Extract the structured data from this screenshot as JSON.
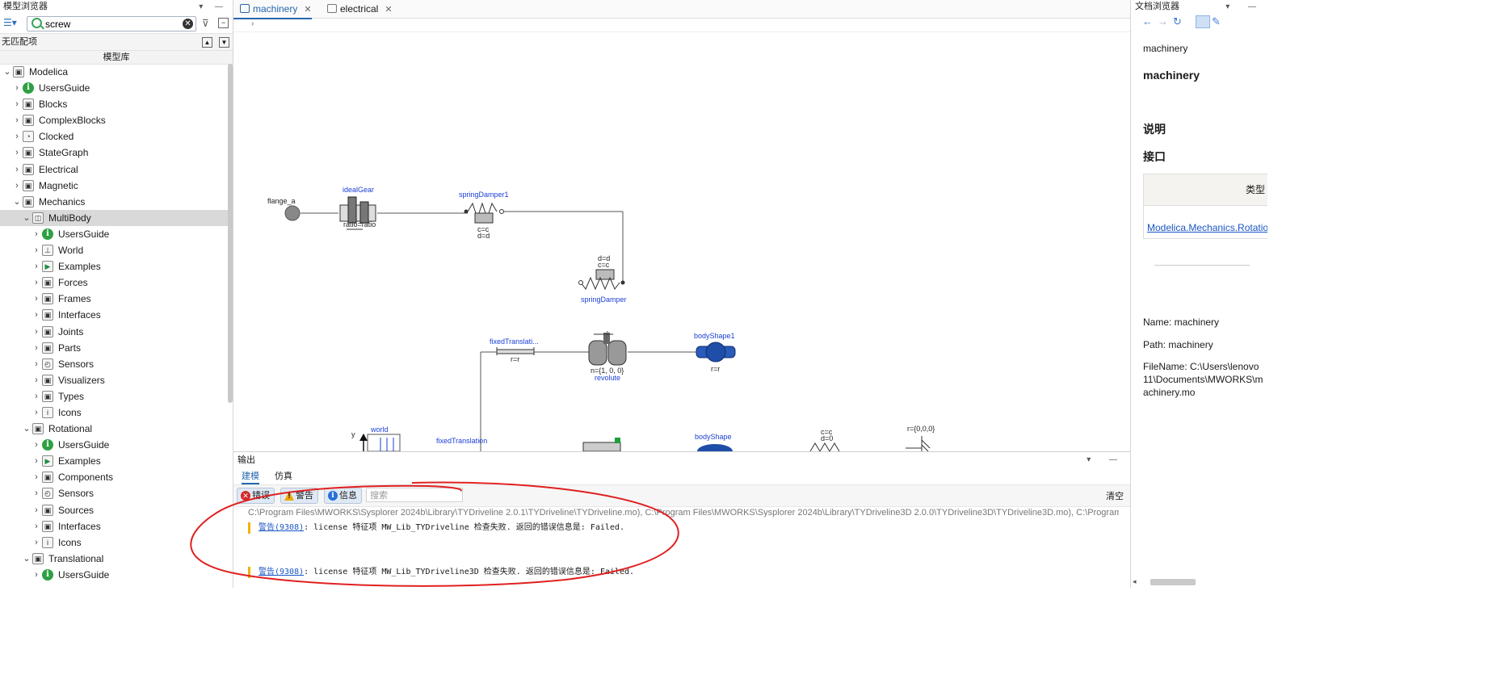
{
  "model_browser": {
    "title": "模型浏览器",
    "search_value": "screw",
    "no_match": "无匹配项",
    "library_header": "模型库",
    "tree": [
      {
        "label": "Modelica",
        "expanded": true,
        "icon": "package-icon"
      },
      {
        "label": "UsersGuide",
        "icon": "info-icon"
      },
      {
        "label": "Blocks",
        "icon": "package-icon"
      },
      {
        "label": "ComplexBlocks",
        "icon": "package-icon"
      },
      {
        "label": "Clocked",
        "icon": "clock-icon"
      },
      {
        "label": "StateGraph",
        "icon": "package-icon"
      },
      {
        "label": "Electrical",
        "icon": "package-icon"
      },
      {
        "label": "Magnetic",
        "icon": "package-icon"
      },
      {
        "label": "Mechanics",
        "expanded": true,
        "icon": "package-icon"
      },
      {
        "label": "MultiBody",
        "expanded": true,
        "selected": true,
        "icon": "multibody-icon"
      },
      {
        "label": "UsersGuide",
        "icon": "info-icon"
      },
      {
        "label": "World",
        "icon": "world-icon"
      },
      {
        "label": "Examples",
        "icon": "play-icon"
      },
      {
        "label": "Forces",
        "icon": "package-icon"
      },
      {
        "label": "Frames",
        "icon": "package-icon"
      },
      {
        "label": "Interfaces",
        "icon": "package-icon"
      },
      {
        "label": "Joints",
        "icon": "package-icon"
      },
      {
        "label": "Parts",
        "icon": "package-icon"
      },
      {
        "label": "Sensors",
        "icon": "sensor-icon"
      },
      {
        "label": "Visualizers",
        "icon": "package-icon"
      },
      {
        "label": "Types",
        "icon": "package-icon"
      },
      {
        "label": "Icons",
        "icon": "info-icon-box"
      },
      {
        "label": "Rotational",
        "expanded": true,
        "icon": "package-icon"
      },
      {
        "label": "UsersGuide",
        "icon": "info-icon"
      },
      {
        "label": "Examples",
        "icon": "play-icon"
      },
      {
        "label": "Components",
        "icon": "package-icon"
      },
      {
        "label": "Sensors",
        "icon": "sensor-icon"
      },
      {
        "label": "Sources",
        "icon": "package-icon"
      },
      {
        "label": "Interfaces",
        "icon": "package-icon"
      },
      {
        "label": "Icons",
        "icon": "info-icon-box"
      },
      {
        "label": "Translational",
        "expanded": true,
        "icon": "package-icon"
      },
      {
        "label": "UsersGuide",
        "icon": "info-icon"
      }
    ]
  },
  "tabs": [
    {
      "label": "machinery",
      "active": true
    },
    {
      "label": "electrical",
      "active": false
    }
  ],
  "diagram": {
    "flange_a": "flange_a",
    "idealGear": "idealGear",
    "idealGear_param": "ratio=ratio",
    "springDamper1": "springDamper1",
    "sd1_c": "c=c",
    "sd1_d": "d=d",
    "springDamper": "springDamper",
    "sd_d": "d=d",
    "sd_c": "c=c",
    "fixedTranslati": "fixedTranslati...",
    "fixedTranslati_r": "r=r",
    "revolute": "revolute",
    "revolute_n": "n={1, 0, 0}",
    "bodyShape1": "bodyShape1",
    "bodyShape1_r": "r=r",
    "world": "world",
    "world_y": "y",
    "fixedTranslation": "fixedTranslation",
    "bodyShape": "bodyShape",
    "bottom_c": "c=c",
    "bottom_d": "d=0",
    "bottom_r": "r={0,0,0}"
  },
  "output": {
    "title": "输出",
    "subtabs": [
      "建模",
      "仿真"
    ],
    "buttons": {
      "error": "错误",
      "warning": "警告",
      "info": "信息"
    },
    "search_placeholder": "搜索",
    "clear": "清空",
    "path_line": "C:\\Program Files\\MWORKS\\Sysplorer 2024b\\Library\\TYDriveline 2.0.1\\TYDriveline\\TYDriveline.mo), C:\\Program Files\\MWORKS\\Sysplorer 2024b\\Library\\TYDriveline3D 2.0.0\\TYDriveline3D\\TYDriveline3D.mo), C:\\Program F...",
    "logs": [
      {
        "link": "警告(9308)",
        "text": ": license 特征项  MW_Lib_TYDriveline 检查失败. 返回的错误信息是: Failed."
      },
      {
        "link": "警告(9308)",
        "text": ": license 特征项  MW_Lib_TYDriveline3D 检查失败. 返回的错误信息是: Failed."
      }
    ]
  },
  "doc_browser": {
    "title": "文档浏览器",
    "path": "machinery",
    "heading": "machinery",
    "desc_heading": "说明",
    "iface_heading": "接口",
    "table_header": "类型",
    "table_link": "Modelica.Mechanics.Rotational",
    "name_line": "Name: machinery",
    "path_line": "Path: machinery",
    "filename_line": "FileName: C:\\Users\\lenovo11\\Documents\\MWORKS\\machinery.mo"
  },
  "colors": {
    "accent": "#2567b0",
    "warning": "#f0b400",
    "annotation": "#e02020"
  }
}
